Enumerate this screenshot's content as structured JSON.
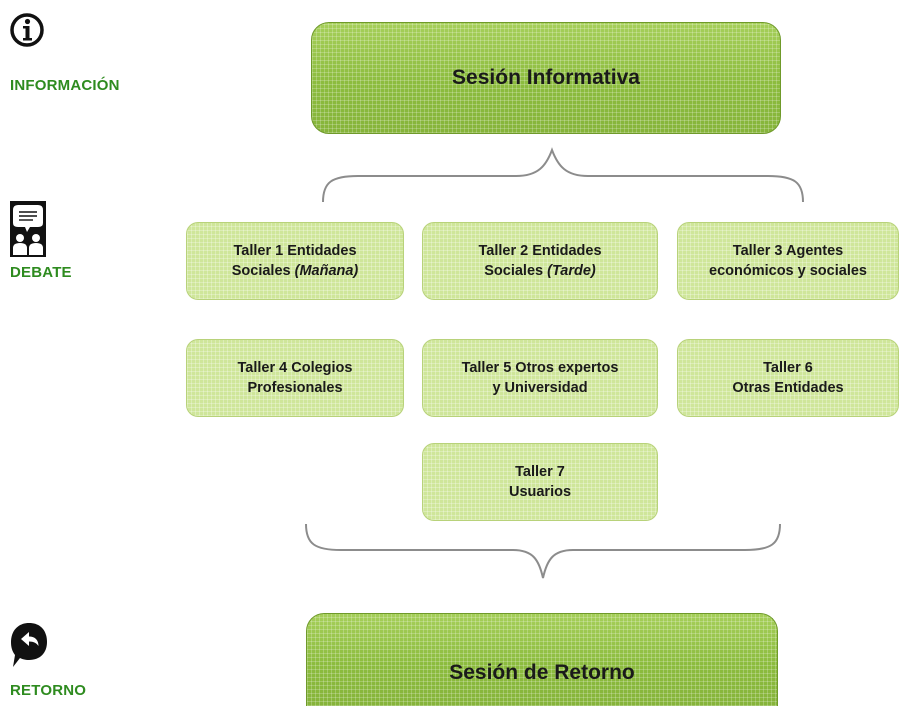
{
  "side_labels": {
    "informacion": "INFORMACIÓN",
    "debate": "DEBATE",
    "retorno": "RETORNO"
  },
  "icons": {
    "informacion": "info-icon",
    "debate": "debate-people-speech-bubble-icon",
    "retorno": "return-arrow-speech-bubble-icon"
  },
  "sessions": {
    "informativa": "Sesión Informativa",
    "retorno": "Sesión de Retorno"
  },
  "talleres": {
    "t1": {
      "line1": "Taller 1 Entidades",
      "line2": "Sociales ",
      "line2_italic": "(Mañana)"
    },
    "t2": {
      "line1": "Taller 2 Entidades",
      "line2": "Sociales ",
      "line2_italic": "(Tarde)"
    },
    "t3": {
      "line1": "Taller 3 Agentes",
      "line2": "económicos y sociales"
    },
    "t4": {
      "line1": "Taller 4 Colegios",
      "line2": "Profesionales"
    },
    "t5": {
      "line1": "Taller 5 Otros expertos",
      "line2": "y Universidad"
    },
    "t6": {
      "line1": "Taller 6",
      "line2": "Otras Entidades"
    },
    "t7": {
      "line1": "Taller 7",
      "line2": "Usuarios"
    }
  },
  "colors": {
    "label_green": "#2e8b1f",
    "session_green": "#93c047",
    "taller_green": "#cfe69a",
    "brace_gray": "#8c8c8c"
  }
}
